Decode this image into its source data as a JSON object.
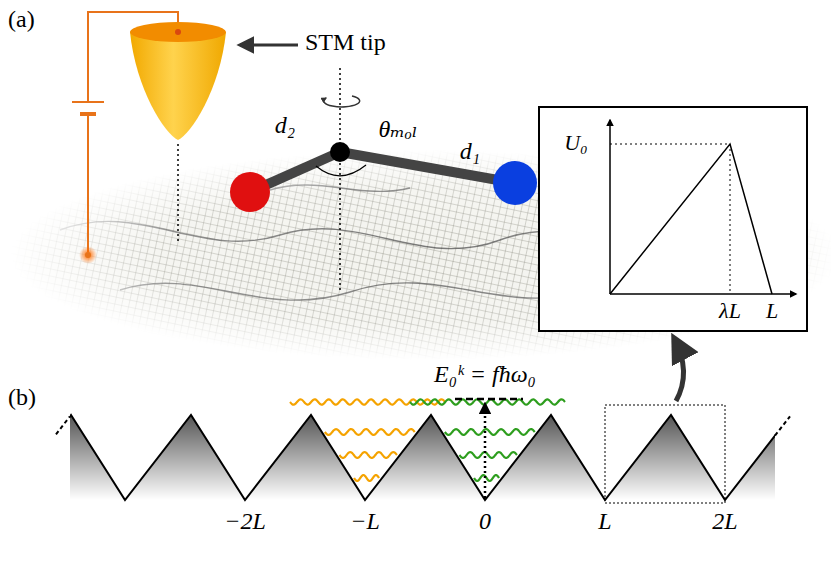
{
  "diagram": {
    "nodes": [
      {
        "text": [
          "U₀",
          "λL",
          "L"
        ]
      }
    ],
    "labels": [
      "(a)",
      "STM tip",
      "d₂",
      "θₘₒₗ",
      "d₁",
      "(b)",
      "E₀ᵏ = fħω₀",
      "−2L",
      "−L",
      "0",
      "L",
      "2L"
    ]
  }
}
